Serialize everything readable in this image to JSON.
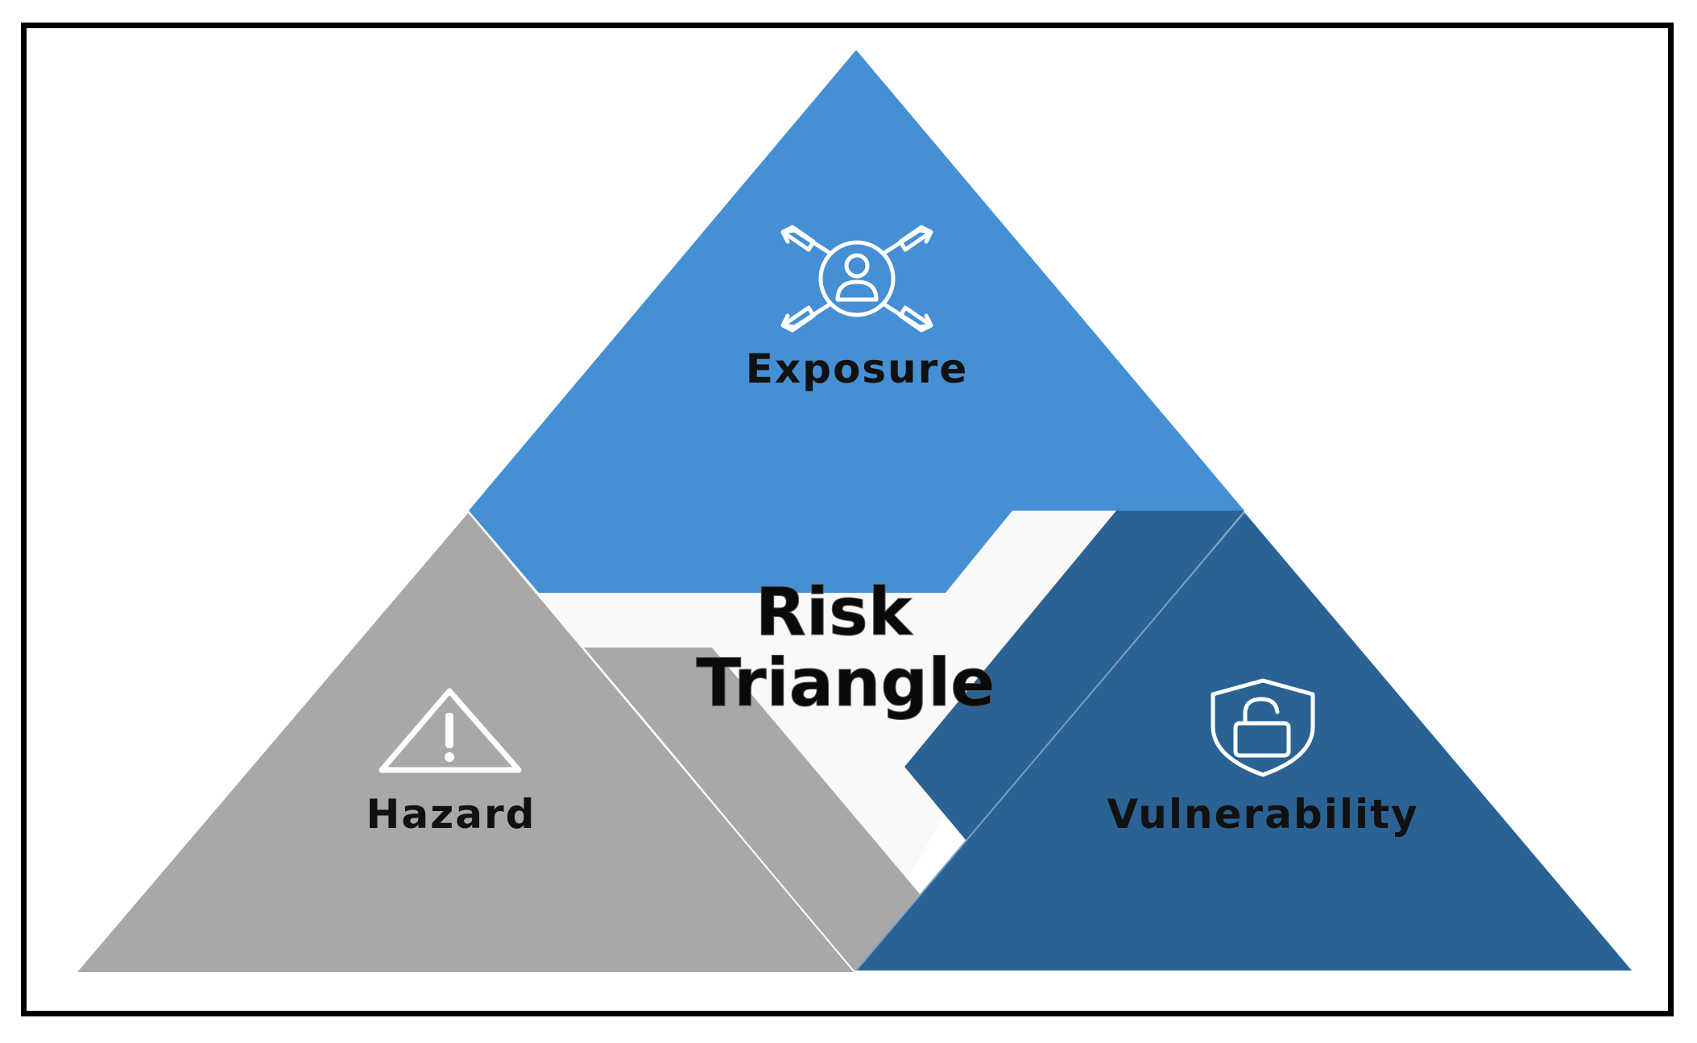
{
  "diagram": {
    "center_title_line1": "Risk",
    "center_title_line2": "Triangle",
    "segments": [
      {
        "key": "exposure",
        "label": "Exposure",
        "icon": "person-arrows-icon"
      },
      {
        "key": "hazard",
        "label": "Hazard",
        "icon": "warning-triangle-icon"
      },
      {
        "key": "vulnerability",
        "label": "Vulnerability",
        "icon": "shield-unlock-icon"
      }
    ]
  },
  "colors": {
    "exposure": "#4590d4",
    "hazard": "#a8a8a8",
    "vulnerability": "#2a6393",
    "center": "#fbf9f8",
    "text": "#111111",
    "frame": "#000000"
  }
}
